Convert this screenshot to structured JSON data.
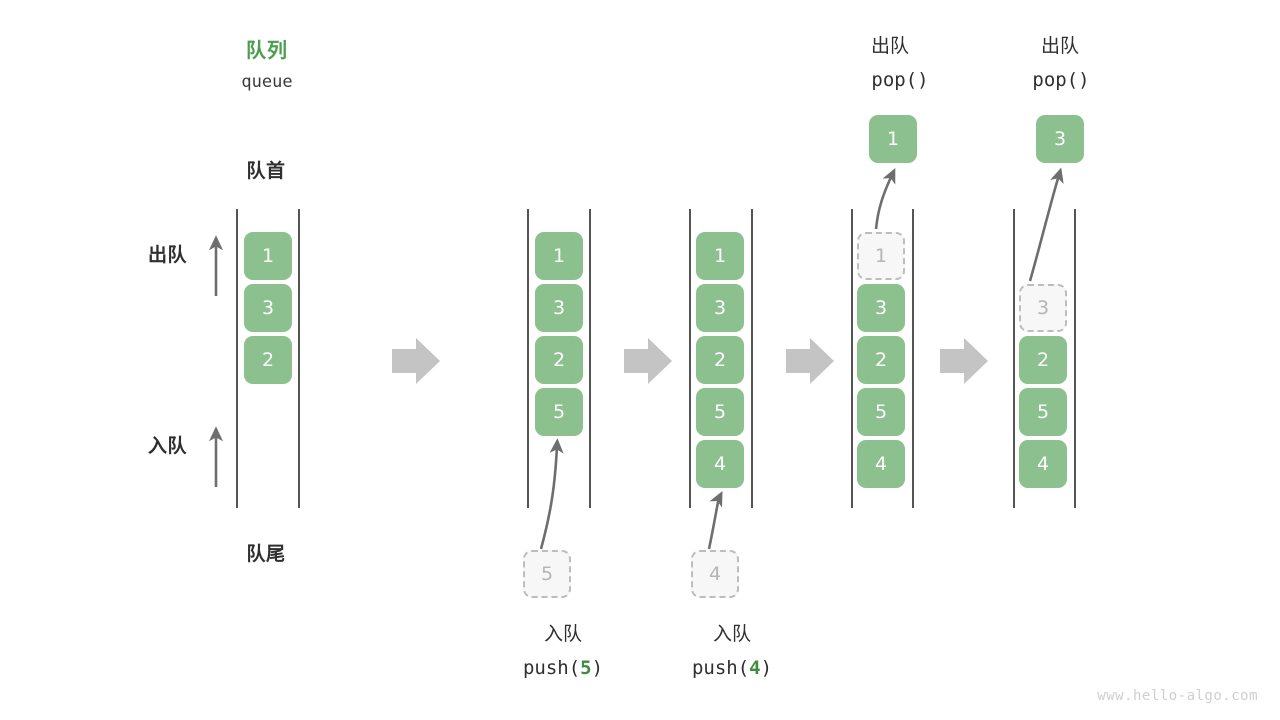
{
  "title": {
    "cn": "队列",
    "en": "queue",
    "accent": "#4a9e4e"
  },
  "annotations": {
    "front": "队首",
    "rear": "队尾",
    "dequeue": "出队",
    "enqueue": "入队"
  },
  "colors": {
    "box_fill": "#8cc08e",
    "box_text": "#ffffff",
    "ghost_fill": "#f7f7f7",
    "ghost_border": "#bdbdbd",
    "ghost_text": "#b5b5b5",
    "rail": "#555555",
    "arrow_gray": "#c4c4c4",
    "thin_arrow": "#6e6e6e",
    "text": "#2f2f2f",
    "accent": "#4a9e4e",
    "watermark": "#cfcfcf"
  },
  "panels": [
    {
      "id": "initial",
      "header_cn": "",
      "header_code": "",
      "items": [
        "1",
        "3",
        "2"
      ],
      "caption_cn": "",
      "caption_code": "",
      "caption_arg": ""
    },
    {
      "id": "push-5",
      "header_cn": "",
      "header_code": "",
      "items": [
        "1",
        "3",
        "2",
        "5"
      ],
      "incoming": "5",
      "caption_cn": "入队",
      "caption_code_pre": "push(",
      "caption_arg": "5",
      "caption_code_post": ")"
    },
    {
      "id": "push-4",
      "header_cn": "",
      "header_code": "",
      "items": [
        "1",
        "3",
        "2",
        "5",
        "4"
      ],
      "incoming": "4",
      "caption_cn": "入队",
      "caption_code_pre": "push(",
      "caption_arg": "4",
      "caption_code_post": ")"
    },
    {
      "id": "pop-1",
      "header_cn": "出队",
      "header_code": "pop()",
      "popped": "1",
      "ghost": "1",
      "items": [
        "3",
        "2",
        "5",
        "4"
      ]
    },
    {
      "id": "pop-3",
      "header_cn": "出队",
      "header_code": "pop()",
      "popped": "3",
      "ghost": "3",
      "items": [
        "2",
        "5",
        "4"
      ]
    }
  ],
  "watermark": "www.hello-algo.com"
}
